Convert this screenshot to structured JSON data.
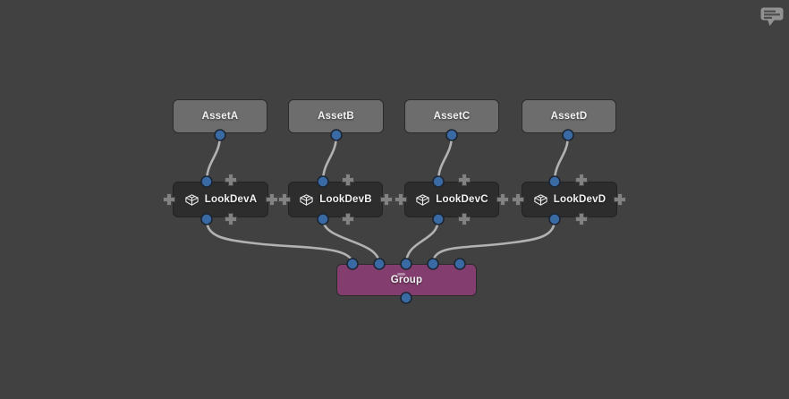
{
  "window": {
    "background_color": "#414141",
    "annotation_button": {
      "icon": "comment-bubble-icon"
    }
  },
  "graph": {
    "colors": {
      "asset_node_fill": "#6d6d6d",
      "lookdev_node_fill": "#2d2d2d",
      "group_node_fill": "#833e6f",
      "port_fill": "#3a6aa4",
      "wire": "#b2b2b2",
      "plus_icon": "#828282"
    },
    "asset_nodes": [
      {
        "label": "AssetA"
      },
      {
        "label": "AssetB"
      },
      {
        "label": "AssetC"
      },
      {
        "label": "AssetD"
      }
    ],
    "lookdev_nodes": [
      {
        "label": "LookDevA",
        "icon": "box-icon"
      },
      {
        "label": "LookDevB",
        "icon": "box-icon"
      },
      {
        "label": "LookDevC",
        "icon": "box-icon"
      },
      {
        "label": "LookDevD",
        "icon": "box-icon"
      }
    ],
    "group_node": {
      "label": "Group"
    },
    "connections": [
      {
        "from": "AssetA",
        "to": "LookDevA"
      },
      {
        "from": "AssetB",
        "to": "LookDevB"
      },
      {
        "from": "AssetC",
        "to": "LookDevC"
      },
      {
        "from": "AssetD",
        "to": "LookDevD"
      },
      {
        "from": "LookDevA",
        "to": "Group.in0"
      },
      {
        "from": "LookDevB",
        "to": "Group.in1"
      },
      {
        "from": "LookDevC",
        "to": "Group.in2"
      },
      {
        "from": "LookDevD",
        "to": "Group.in3"
      }
    ]
  }
}
